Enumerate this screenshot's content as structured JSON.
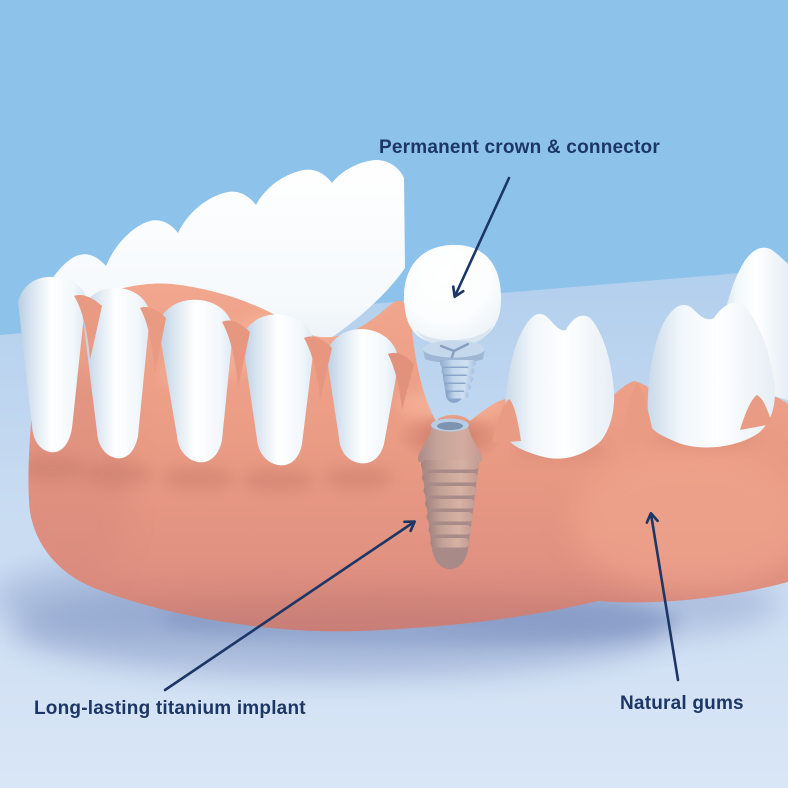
{
  "figure": {
    "annotations": [
      {
        "id": "crown",
        "label": "Permanent crown & connector"
      },
      {
        "id": "implant",
        "label": "Long-lasting titanium implant"
      },
      {
        "id": "gums",
        "label": "Natural gums"
      }
    ]
  },
  "palette": {
    "annotation_text": "#1c3765",
    "arrow": "#1c3765",
    "background_sky": "#8dc3ea",
    "background_floor": "#c9dcf2",
    "cast_shadow": "#7e92c1",
    "gum": "#eb9c84",
    "gum_highlight": "#f7b59c",
    "gum_shadow": "#cc8179",
    "tooth": "#ffffff",
    "tooth_shade": "#c9d9e9",
    "implant_titanium": "#c9a59d",
    "connector_steel": "#b9cfe8"
  }
}
